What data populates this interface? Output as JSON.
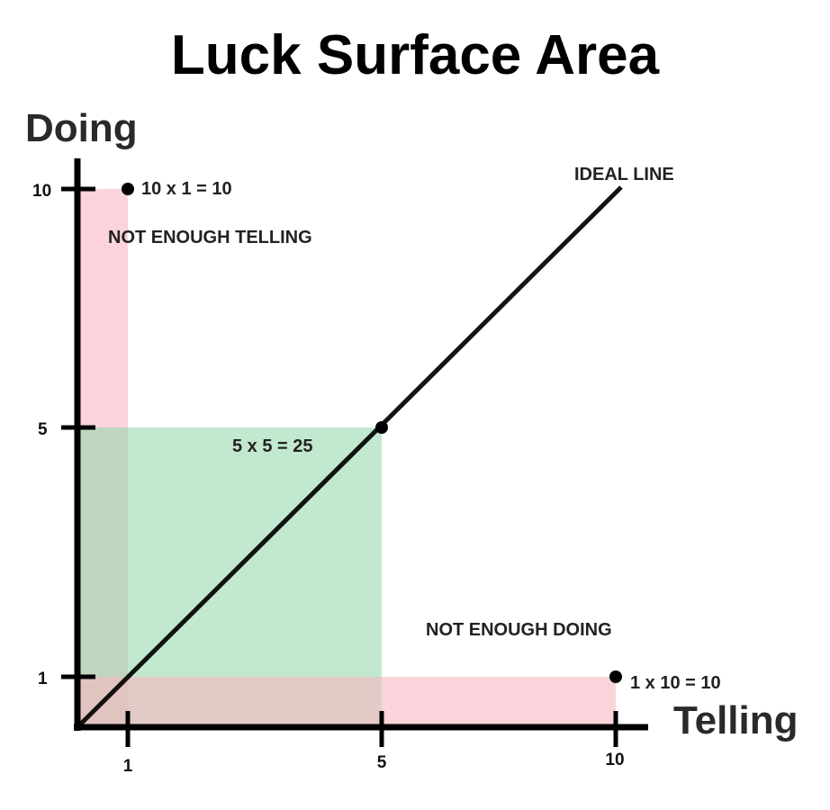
{
  "title": "Luck Surface Area",
  "y_axis_label": "Doing",
  "x_axis_label": "Telling",
  "y_ticks": [
    "1",
    "5",
    "10"
  ],
  "x_ticks": [
    "1",
    "5",
    "10"
  ],
  "annotations": {
    "top_left_point": "10 x 1 = 10",
    "center_point": "5 x 5 = 25",
    "bottom_right_point": "1 x 10 = 10",
    "ideal_line": "IDEAL LINE",
    "not_enough_telling": "NOT ENOUGH TELLING",
    "not_enough_doing": "NOT ENOUGH DOING"
  },
  "colors": {
    "pink_region": "#f6b8c2",
    "green_region": "#8fd6a9",
    "axis": "#000000",
    "text": "#222222"
  },
  "chart_data": {
    "type": "area",
    "title": "Luck Surface Area",
    "xlabel": "Telling",
    "ylabel": "Doing",
    "xlim": [
      0,
      10
    ],
    "ylim": [
      0,
      10
    ],
    "x_ticks": [
      1,
      5,
      10
    ],
    "y_ticks": [
      1,
      5,
      10
    ],
    "rectangles": [
      {
        "x": 1,
        "y": 10,
        "product": 10,
        "label": "10 x 1 = 10",
        "color": "#f6b8c2"
      },
      {
        "x": 5,
        "y": 5,
        "product": 25,
        "label": "5 x 5 = 25",
        "color": "#8fd6a9"
      },
      {
        "x": 10,
        "y": 1,
        "product": 10,
        "label": "1 x 10 = 10",
        "color": "#f6b8c2"
      }
    ],
    "points": [
      {
        "x": 1,
        "y": 10
      },
      {
        "x": 5,
        "y": 5
      },
      {
        "x": 10,
        "y": 1
      }
    ],
    "ideal_line": {
      "from": [
        0,
        0
      ],
      "to": [
        10,
        10
      ],
      "label": "IDEAL LINE"
    },
    "grid": false
  }
}
